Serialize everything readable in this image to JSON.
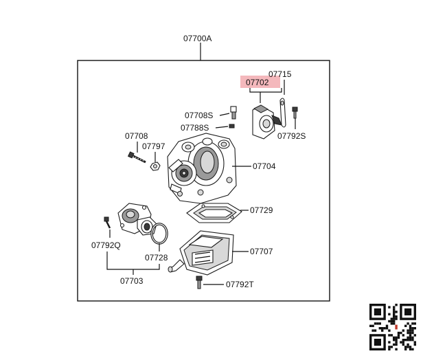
{
  "diagram": {
    "assembly_label": "07700A",
    "labels": {
      "p07715": "07715",
      "p07702": "07702",
      "p07708S": "07708S",
      "p07788S": "07788S",
      "p07792S": "07792S",
      "p07708": "07708",
      "p07797": "07797",
      "p07704": "07704",
      "p07729": "07729",
      "p07792Q": "07792Q",
      "p07728": "07728",
      "p07707": "07707",
      "p07703": "07703",
      "p07792T": "07792T"
    },
    "highlight_color": "#f4b8bc"
  }
}
